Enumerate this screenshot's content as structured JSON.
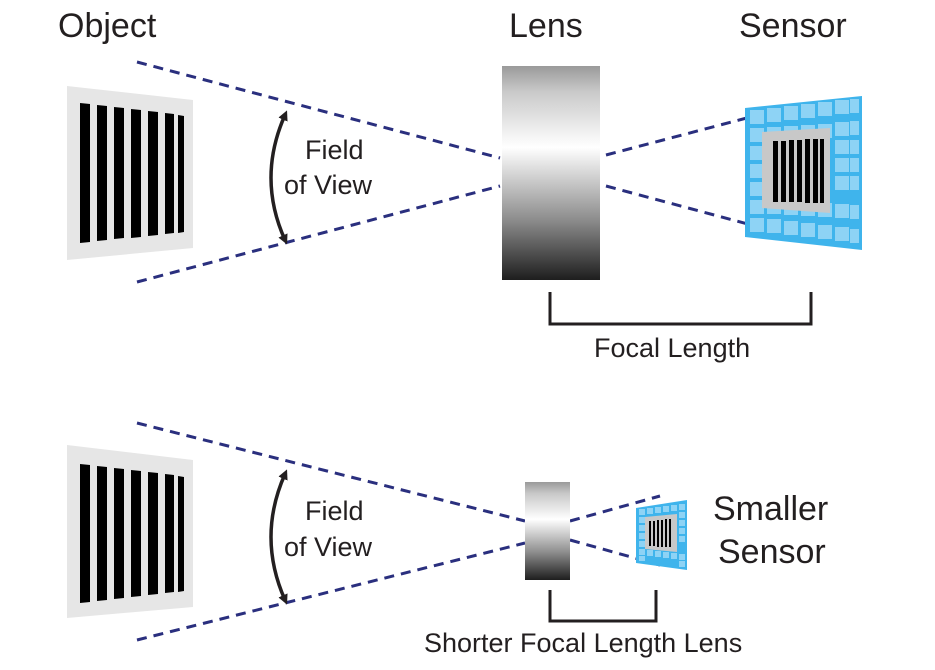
{
  "labels": {
    "object": "Object",
    "lens": "Lens",
    "sensor": "Sensor",
    "fov_line1": "Field",
    "fov_line2": "of View",
    "focal_length": "Focal Length",
    "smaller_sensor_line1": "Smaller",
    "smaller_sensor_line2": "Sensor",
    "shorter_focal_length": "Shorter Focal Length Lens"
  },
  "colors": {
    "ray": "#2a2f7e",
    "sensor_grid": "#3fb4ec",
    "sensor_cell": "#8ed3f5",
    "card": "#e6e6e6",
    "bars": "#000000"
  }
}
